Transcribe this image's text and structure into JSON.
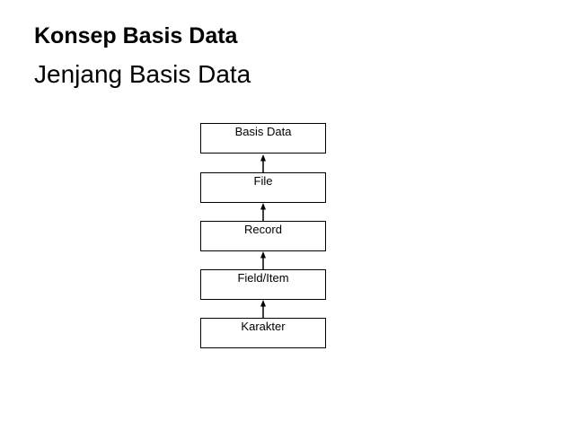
{
  "slide": {
    "title": "Konsep Basis Data",
    "subtitle": "Jenjang Basis Data",
    "background_color": "#ffffff",
    "text_color": "#000000"
  },
  "diagram": {
    "type": "hierarchy",
    "arrow_direction": "up",
    "description": "Stacked levels with arrows pointing upward from Karakter to Basis Data",
    "box_border_color": "#000000",
    "box_fill_color": "#ffffff",
    "boxes": [
      {
        "label": "Basis Data"
      },
      {
        "label": "File"
      },
      {
        "label": "Record"
      },
      {
        "label": "Field/Item"
      },
      {
        "label": "Karakter"
      }
    ]
  }
}
